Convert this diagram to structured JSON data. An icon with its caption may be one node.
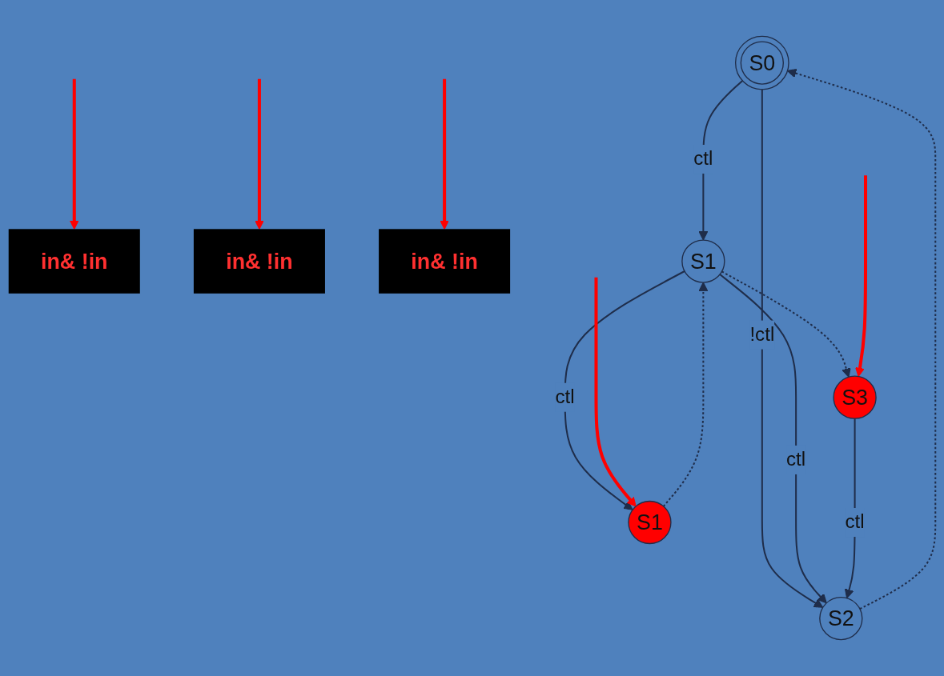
{
  "diagram": {
    "nodes": [
      {
        "text": [
          "S0"
        ]
      },
      {
        "text": [
          "S1"
        ]
      },
      {
        "text": [
          "S2"
        ]
      },
      {
        "text": [
          "S1"
        ]
      },
      {
        "text": [
          "S3"
        ]
      },
      {
        "text": [
          "in& !in"
        ]
      },
      {
        "text": [
          "in& !in"
        ]
      },
      {
        "text": [
          "in& !in"
        ]
      }
    ],
    "edges": [
      {
        "from": 0,
        "to": 1,
        "arrow": "to",
        "label": "ctl"
      },
      {
        "from": 0,
        "to": 2,
        "arrow": "to",
        "label": "!ctl"
      },
      {
        "from": 1,
        "to": 2,
        "arrow": "to",
        "label": "ctl"
      },
      {
        "from": 2,
        "to": 0,
        "arrow": "to",
        "style": "dashed"
      },
      {
        "from": 1,
        "to": 3,
        "arrow": "to",
        "label": "ctl"
      },
      {
        "from": 3,
        "to": 1,
        "arrow": "to",
        "style": "dashed"
      },
      {
        "from": 1,
        "to": 4,
        "arrow": "to",
        "style": "dashed"
      },
      {
        "from": 4,
        "to": 2,
        "arrow": "to",
        "label": "ctl"
      },
      {
        "from": null,
        "to": 5,
        "arrow": "to",
        "color": "#ff0000",
        "style": "thick"
      },
      {
        "from": null,
        "to": 6,
        "arrow": "to",
        "color": "#ff0000",
        "style": "thick"
      },
      {
        "from": null,
        "to": 7,
        "arrow": "to",
        "color": "#ff0000",
        "style": "thick"
      },
      {
        "from": null,
        "to": 3,
        "arrow": "to",
        "color": "#ff0000",
        "style": "thick"
      },
      {
        "from": null,
        "to": 4,
        "arrow": "to",
        "color": "#ff0000",
        "style": "thick"
      }
    ]
  }
}
